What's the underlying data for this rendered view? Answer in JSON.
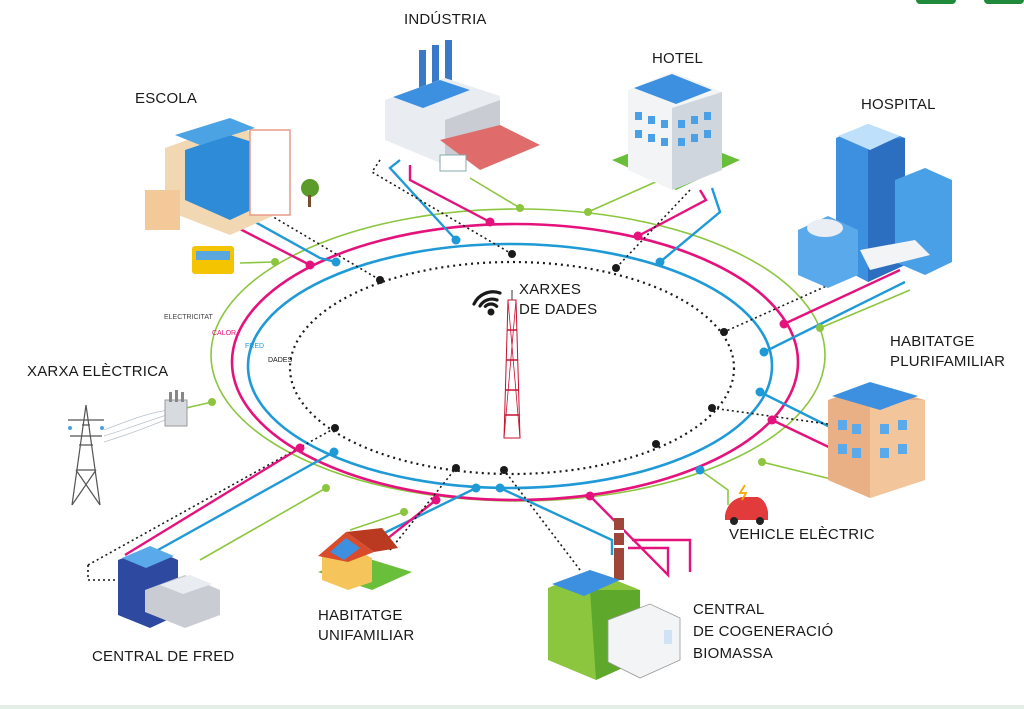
{
  "labels": {
    "industria": "INDÚSTRIA",
    "hotel": "HOTEL",
    "escola": "ESCOLA",
    "hospital": "HOSPITAL",
    "habitatge_plurifamiliar_1": "HABITATGE",
    "habitatge_plurifamiliar_2": "PLURIFAMILIAR",
    "xarxa_electrica": "XARXA ELÈCTRICA",
    "xarxes_dades_1": "XARXES",
    "xarxes_dades_2": "DE DADES",
    "vehicle_electric": "VEHICLE ELÈCTRIC",
    "central_fred": "CENTRAL DE FRED",
    "habitatge_unifamiliar_1": "HABITATGE",
    "habitatge_unifamiliar_2": "UNIFAMILIAR",
    "central_cogen_1": "CENTRAL",
    "central_cogen_2": "DE COGENERACIÓ",
    "central_cogen_3": "BIOMASSA"
  },
  "ring_labels": {
    "electricitat": "ELECTRICITAT",
    "calor": "CALOR",
    "fred": "FRED",
    "dades": "DADES"
  },
  "colors": {
    "electricitat": "#8cc63f",
    "calor": "#e5127d",
    "fred": "#1f9ad6",
    "dades": "#1a1a1a",
    "brand_green": "#1e8a3a"
  },
  "icons": [
    "wifi-icon",
    "telecom-tower-icon",
    "power-pylon-icon",
    "transformer-icon"
  ]
}
